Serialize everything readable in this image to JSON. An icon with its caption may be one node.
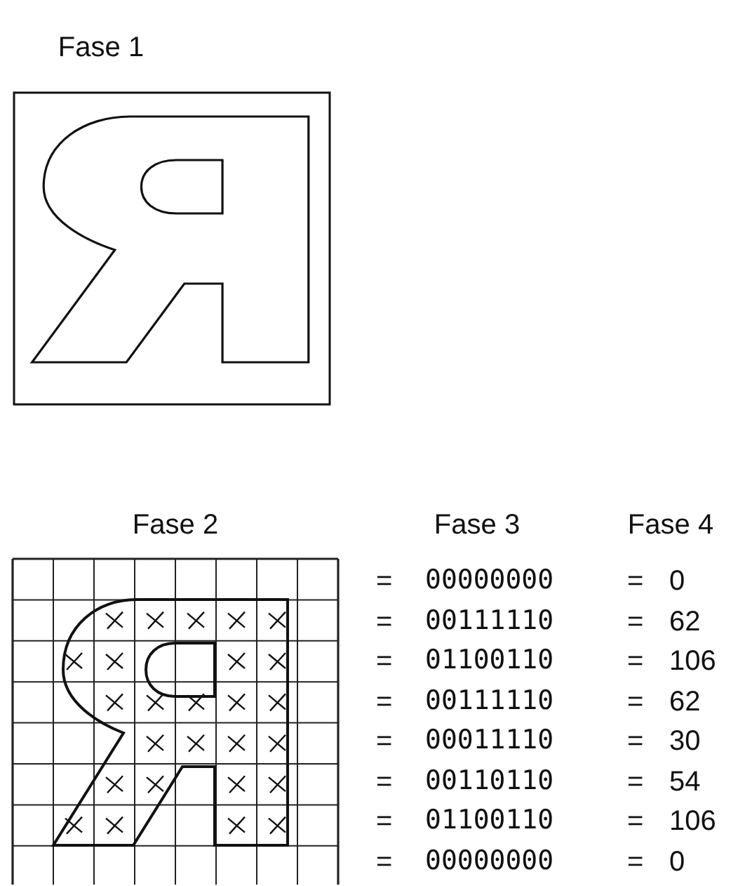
{
  "diagram": {
    "labels": [
      "Fase 1",
      "Fase 2",
      "Fase 3",
      "Fase 4",
      "=",
      "00000000",
      "=",
      "0",
      "=",
      "00111110",
      "=",
      "62",
      "=",
      "01100110",
      "=",
      "106",
      "=",
      "00111110",
      "=",
      "62",
      "=",
      "00011110",
      "=",
      "30",
      "=",
      "00110110",
      "=",
      "54",
      "=",
      "01100110",
      "=",
      "106",
      "=",
      "00000000",
      "=",
      "0"
    ]
  }
}
